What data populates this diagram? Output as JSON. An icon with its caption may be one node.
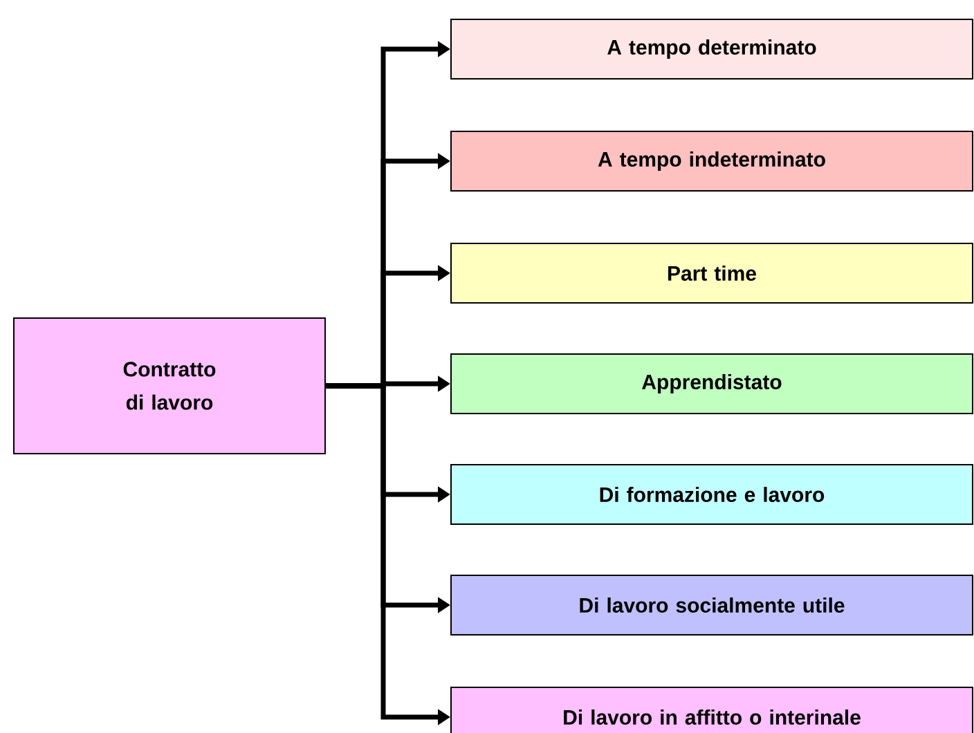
{
  "diagram": {
    "nodes": [
      {
        "text": [
          "Contratto di lavoro"
        ]
      },
      {
        "text": [
          "A tempo determinato"
        ]
      },
      {
        "text": [
          "A tempo indeterminato"
        ]
      },
      {
        "text": [
          "Part time"
        ]
      },
      {
        "text": [
          "Apprendistato"
        ]
      },
      {
        "text": [
          "Di formazione e lavoro"
        ]
      },
      {
        "text": [
          "Di lavoro socialmente utile"
        ]
      },
      {
        "text": [
          "Di lavoro in affitto o interinale"
        ]
      }
    ],
    "edges": [
      {
        "from": 0,
        "to": 1,
        "arrow": "to"
      },
      {
        "from": 0,
        "to": 2,
        "arrow": "to"
      },
      {
        "from": 0,
        "to": 3,
        "arrow": "to"
      },
      {
        "from": 0,
        "to": 4,
        "arrow": "to"
      },
      {
        "from": 0,
        "to": 5,
        "arrow": "to"
      },
      {
        "from": 0,
        "to": 6,
        "arrow": "to"
      },
      {
        "from": 0,
        "to": 7,
        "arrow": "to"
      }
    ]
  }
}
